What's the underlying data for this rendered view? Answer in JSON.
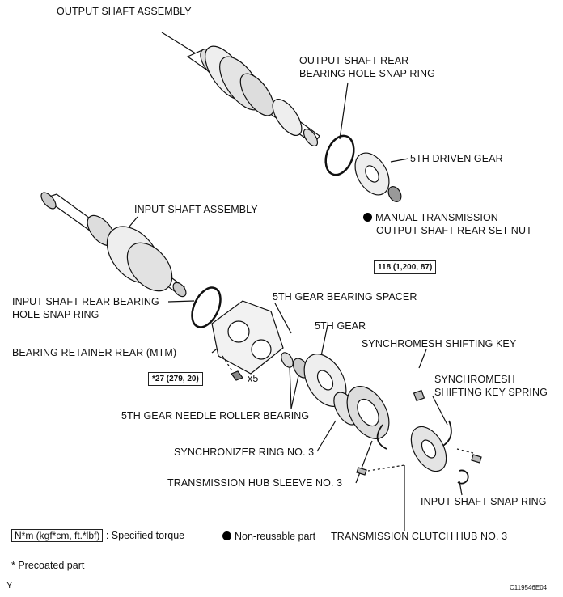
{
  "labels": {
    "output_shaft_assembly": "OUTPUT SHAFT ASSEMBLY",
    "output_snap_ring_1": "OUTPUT SHAFT REAR",
    "output_snap_ring_2": "BEARING HOLE SNAP RING",
    "fifth_driven_gear": "5TH DRIVEN GEAR",
    "set_nut_1": "MANUAL TRANSMISSION",
    "set_nut_2": "OUTPUT SHAFT REAR SET NUT",
    "input_shaft_assembly": "INPUT SHAFT ASSEMBLY",
    "input_snap_ring_1": "INPUT SHAFT REAR BEARING",
    "input_snap_ring_2": "HOLE SNAP RING",
    "bearing_spacer": "5TH GEAR BEARING SPACER",
    "fifth_gear": "5TH GEAR",
    "bearing_retainer": "BEARING RETAINER REAR (MTM)",
    "shifting_key": "SYNCHROMESH SHIFTING KEY",
    "key_spring_1": "SYNCHROMESH",
    "key_spring_2": "SHIFTING KEY SPRING",
    "needle_bearing": "5TH GEAR NEEDLE ROLLER BEARING",
    "sync_ring": "SYNCHRONIZER RING NO. 3",
    "hub_sleeve": "TRANSMISSION HUB SLEEVE NO. 3",
    "input_shaft_snap_ring": "INPUT SHAFT SNAP RING",
    "clutch_hub": "TRANSMISSION CLUTCH HUB NO. 3"
  },
  "torques": {
    "set_nut": "118 (1,200, 87)",
    "retainer_bolt": "*27 (279, 20)"
  },
  "quantity": "x5",
  "legend": {
    "torque_units": "N*m (kgf*cm, ft.*lbf)",
    "torque_desc": ": Specified torque",
    "nonreusable": "Non-reusable part",
    "precoated": "* Precoated part"
  },
  "corner_left": "Y",
  "corner_right": "C119546E04"
}
